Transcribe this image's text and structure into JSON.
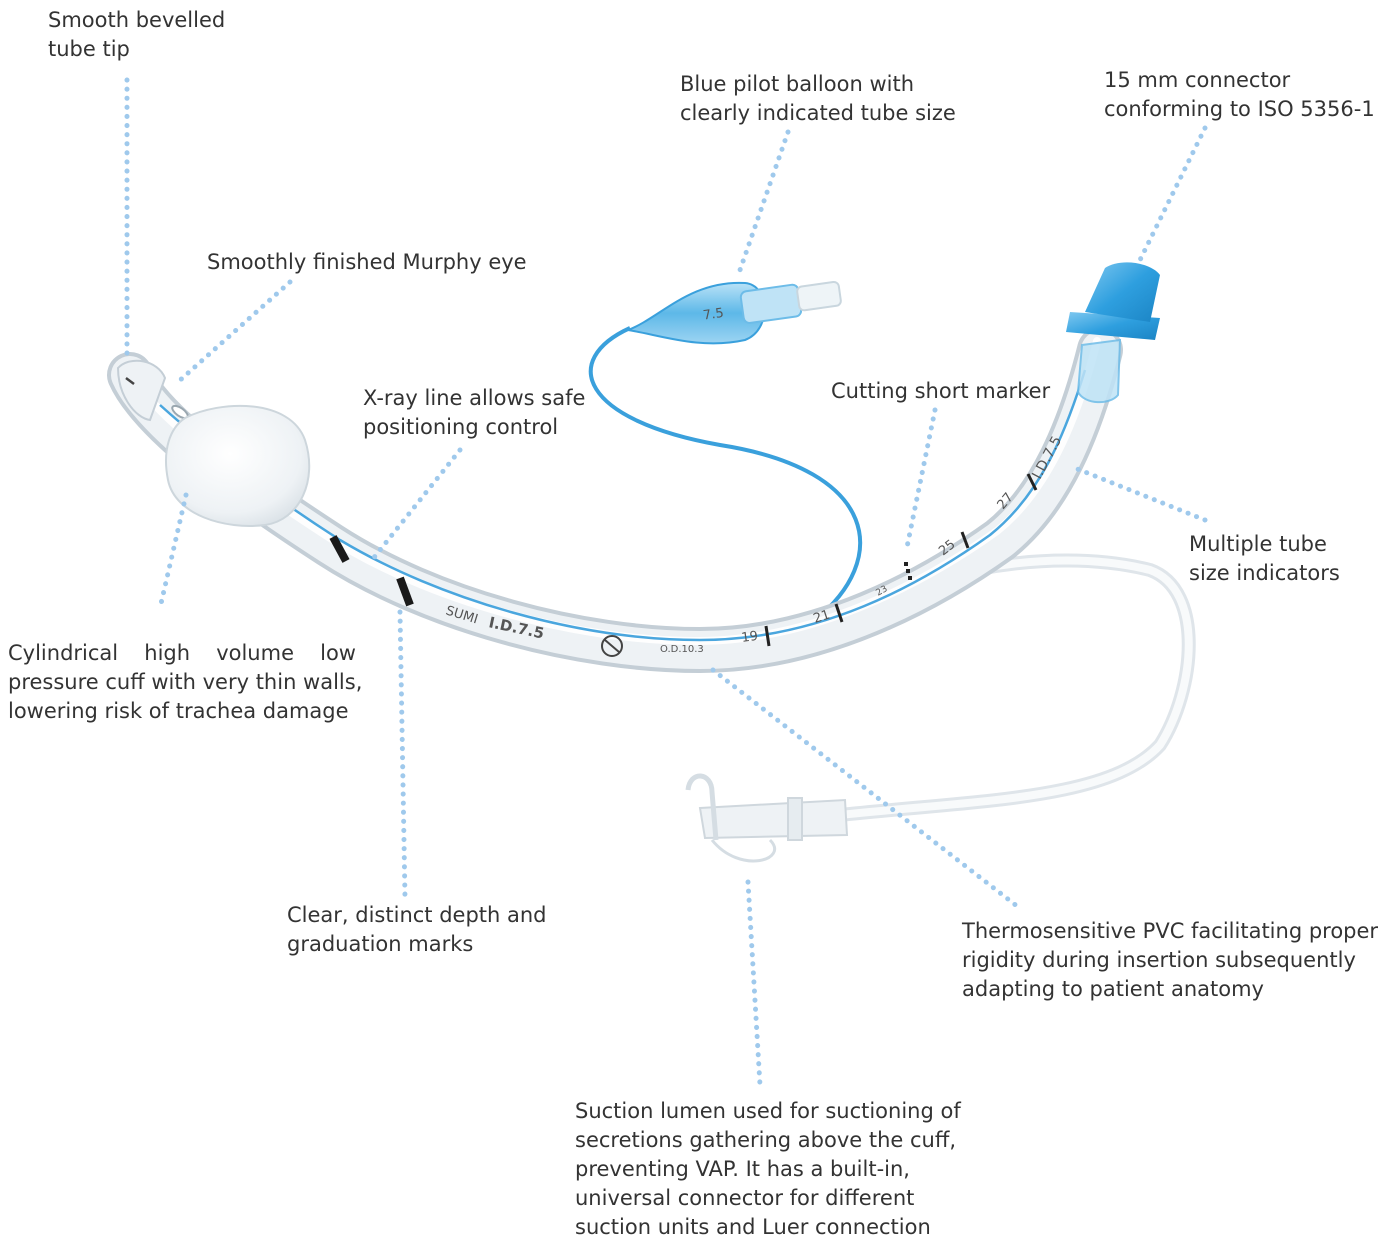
{
  "colors": {
    "text": "#333333",
    "leader": "#9fc9ec",
    "accent_blue": "#3aa0dc",
    "tube": "#e8eef2"
  },
  "tube_markings": {
    "brand": "SUMI",
    "inner_diameter": "I.D.7.5",
    "inner_diameter_upper": "I.D.7.5",
    "outer_diameter": "O.D.10.3",
    "depth_19": "19",
    "depth_21": "21",
    "depth_23": "23",
    "depth_25": "25",
    "depth_27": "27",
    "pilot_size": "7.5"
  },
  "labels": {
    "bevelled_tip": [
      "Smooth bevelled",
      "tube tip"
    ],
    "murphy_eye": [
      "Smoothly finished Murphy eye"
    ],
    "pilot_balloon": [
      "Blue pilot balloon with",
      "clearly indicated tube size"
    ],
    "connector": [
      "15 mm connector",
      "conforming to ISO 5356-1"
    ],
    "xray_line": [
      "X-ray line allows safe",
      "positioning control"
    ],
    "cutting_marker": [
      "Cutting short marker"
    ],
    "size_indicators": [
      "Multiple tube",
      "size indicators"
    ],
    "cuff": [
      "Cylindrical high volume low",
      "pressure cuff with very thin walls,",
      "lowering risk of trachea damage"
    ],
    "depth_marks": [
      "Clear, distinct depth and",
      "graduation marks"
    ],
    "thermosensitive": [
      "Thermosensitive PVC facilitating proper",
      "rigidity during insertion subsequently",
      "adapting to patient anatomy"
    ],
    "suction_lumen": [
      "Suction lumen used for suctioning of",
      "secretions gathering above the cuff,",
      "preventing VAP. It has a built-in,",
      "universal connector for different",
      "suction units and Luer connection"
    ]
  }
}
